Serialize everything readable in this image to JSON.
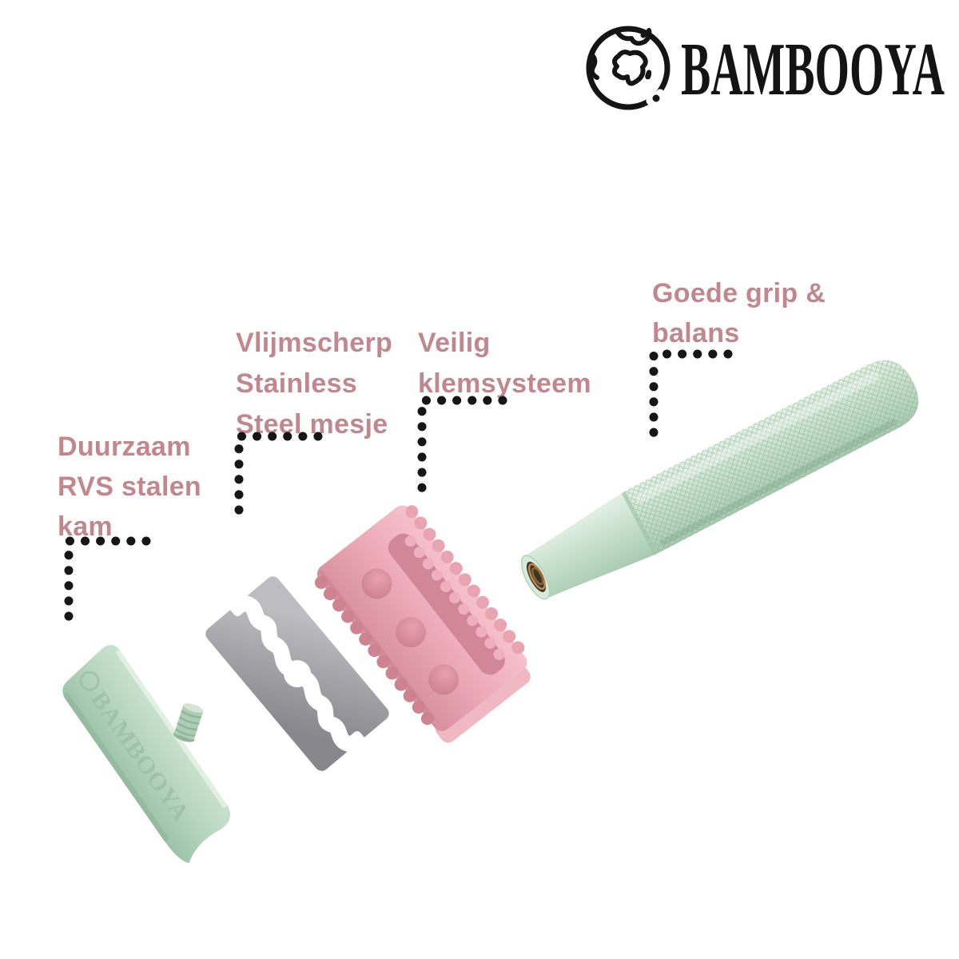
{
  "brand": {
    "name": "BAMBOOYA",
    "icon": "globe-icon"
  },
  "callouts": {
    "comb": {
      "lines": [
        "Duurzaam",
        "RVS stalen",
        "kam"
      ]
    },
    "blade": {
      "lines": [
        "Vlijmscherp",
        "Stainless",
        "Steel mesje"
      ]
    },
    "clamp": {
      "lines": [
        "Veilig",
        "klemsysteem"
      ]
    },
    "grip": {
      "lines": [
        "Goede grip &",
        "balans"
      ]
    }
  },
  "product": {
    "engraving": "BAMBOOYA",
    "parts": [
      {
        "name": "base-plate",
        "color": "#b7d6bd"
      },
      {
        "name": "razor-blade",
        "color": "#9d9da1"
      },
      {
        "name": "comb-head",
        "color": "#eca9b6"
      },
      {
        "name": "handle",
        "color": "#c6dfca"
      }
    ]
  },
  "colors": {
    "background": "#ffffff",
    "label_text": "#c1878f",
    "logo_ink": "#141414",
    "connector_dots": "#161616",
    "brass": "#b78b58"
  }
}
